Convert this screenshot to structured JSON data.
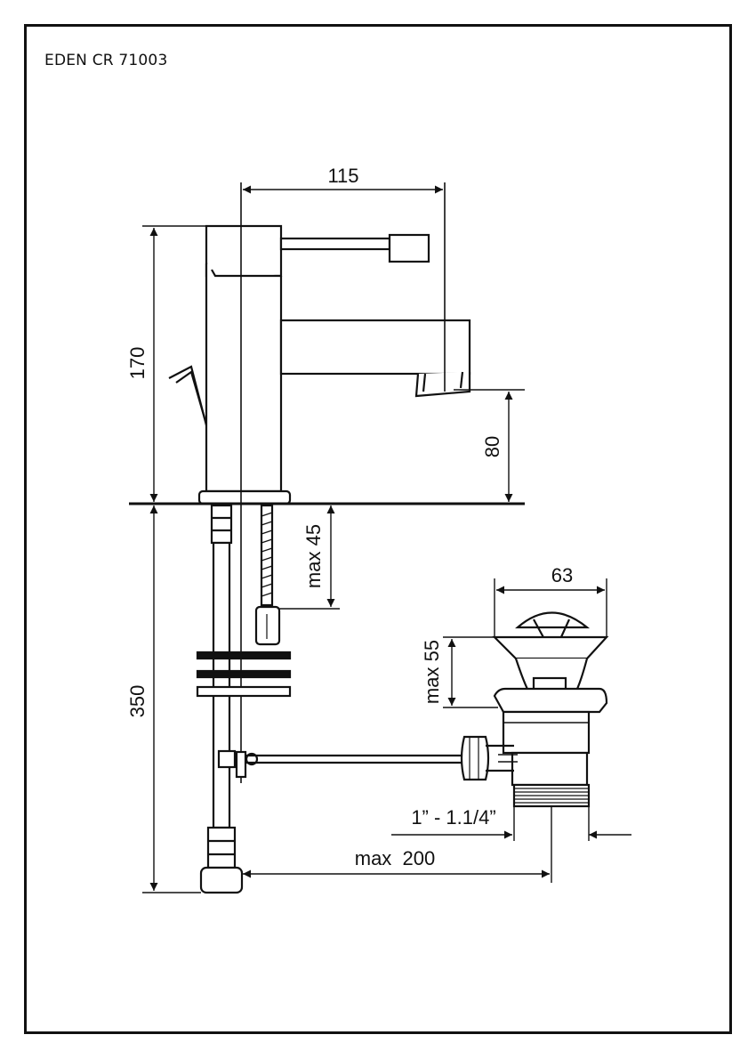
{
  "title": "EDEN CR 71003",
  "dimensions": {
    "spout_reach": "115",
    "total_height": "170",
    "spout_height": "80",
    "max_45": "max 45",
    "below_counter": "350",
    "waste_diameter": "63",
    "max_55": "max 55",
    "thread": "1” - 1.1/4”",
    "max_200": "max  200"
  }
}
